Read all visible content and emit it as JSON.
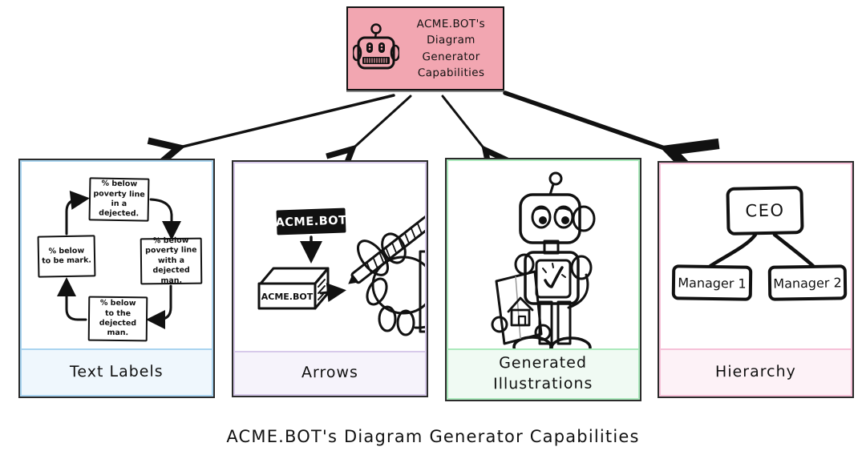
{
  "page": {
    "caption": "ACME.BOT's Diagram Generator Capabilities"
  },
  "header": {
    "title": "ACME.BOT's\nDiagram\nGenerator\nCapabilities",
    "bg_color": "#F2A6B1",
    "border_color": "#111111",
    "icon": "robot-head-icon"
  },
  "panels": [
    {
      "id": "text-labels",
      "caption": "Text Labels",
      "accent_color": "#A9D4F0",
      "tint_color": "#EFF7FD",
      "flow_boxes": [
        {
          "label": "% below\npoverty line\nin a dejected."
        },
        {
          "label": "% below\npoverty line\nwith a\ndejected man."
        },
        {
          "label": "% below\nto be mark."
        },
        {
          "label": "% below\nto the\ndejected man."
        }
      ]
    },
    {
      "id": "arrows",
      "caption": "Arrows",
      "accent_color": "#D7C9EA",
      "tint_color": "#F6F3FB",
      "tag_label": "ACME.BOT",
      "box_label": "ACME.BOT"
    },
    {
      "id": "generated-illustrations",
      "caption": "Generated\nIllustrations",
      "accent_color": "#ABE9BC",
      "tint_color": "#F0FAF3"
    },
    {
      "id": "hierarchy",
      "caption": "Hierarchy",
      "accent_color": "#F6C1D8",
      "tint_color": "#FDF2F7",
      "org": {
        "root": "CEO",
        "children": [
          "Manager 1",
          "Manager 2"
        ]
      }
    }
  ]
}
